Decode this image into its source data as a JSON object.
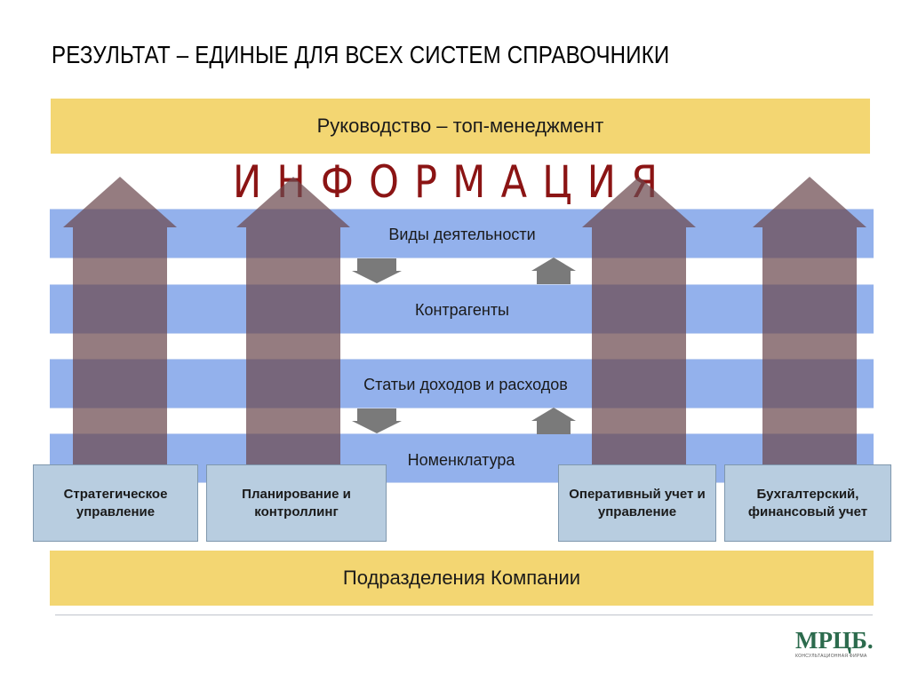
{
  "slide": {
    "title": "РЕЗУЛЬТАТ – ЕДИНЫЕ ДЛЯ ВСЕХ СИСТЕМ СПРАВОЧНИКИ",
    "top_band": "Руководство – топ-менеджмент",
    "info_word": "ИНФОРМАЦИЯ",
    "bands": [
      "Виды деятельности",
      "Контрагенты",
      "Статьи доходов и расходов",
      "Номенклатура"
    ],
    "systems": [
      "Стратегическое управление",
      "Планирование и контроллинг",
      "Оперативный учет и управление",
      "Бухгалтерский, финансовый учет"
    ],
    "bottom_band": "Подразделения Компании",
    "logo": {
      "name": "МРЦБ.",
      "tagline": "КОНСУЛЬТАЦИОННАЯ ФИРМА"
    }
  },
  "colors": {
    "yellow_band": "#f3d672",
    "blue_band": "#93b1ec",
    "arrow": "#80646a",
    "info_word": "#8b1414",
    "system_box": "#b8cde0",
    "small_arrow": "#7a7a7a",
    "logo": "#2c6b4d"
  },
  "icons": [
    "arrow-up-large",
    "arrow-down-small",
    "arrow-up-small"
  ]
}
